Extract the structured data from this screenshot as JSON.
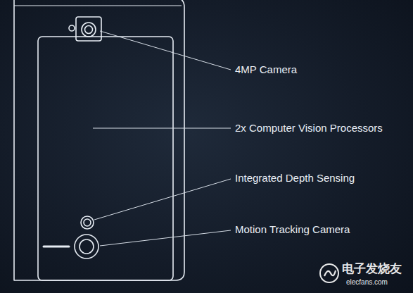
{
  "diagram": {
    "labels": [
      "4MP Camera",
      "2x Computer Vision Processors",
      "Integrated Depth Sensing",
      "Motion Tracking Camera",
      "电子发烧友",
      "elecfans.com"
    ]
  }
}
